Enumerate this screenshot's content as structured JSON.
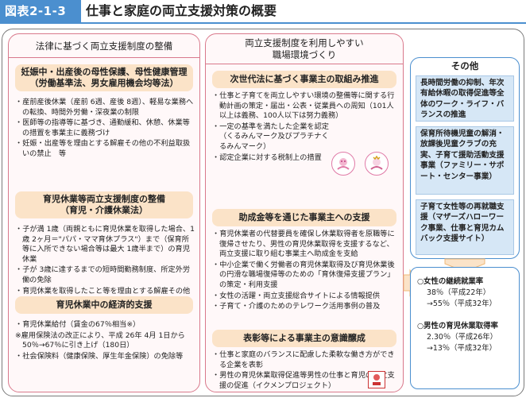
{
  "header": {
    "label": "図表2-1-3",
    "title": "仕事と家庭の両立支援対策の概要"
  },
  "col1": {
    "title": "法律に基づく両立支援制度の整備",
    "sec1": {
      "title_line1": "妊娠中・出産後の母性保護、母性健康管理",
      "title_line2": "（労働基準法、男女雇用機会均等法）",
      "items": [
        "産前産後休業（産前 6週、産後 8週）、軽易な業務への転換、時間外労働・深夜業の制限",
        "医師等の指導等に基づき、通勤緩和、休憩、休業等の措置を事業主に義務づけ",
        "妊娠・出産等を理由とする解雇その他の不利益取扱いの禁止　等"
      ]
    },
    "sec2": {
      "title_line1": "育児休業等両立支援制度の整備",
      "title_line2": "（育児・介護休業法）",
      "items": [
        "子が満 1歳（両親ともに育児休業を取得した場合、1歳 2ヶ月＝\"パパ・ママ育休プラス\"）まで（保育所等に入所できない場合等は最大 1歳半まで）の育児休業",
        "子が 3歳に達するまでの短時間勤務制度、所定外労働の免除",
        "育児休業を取得したこと等を理由とする解雇その他の不利益取扱いの禁止　等"
      ]
    },
    "sec3": {
      "title": "育児休業中の経済的支援",
      "items": [
        "育児休業給付（賃金の67％相当※）"
      ],
      "note": "雇用保険法の改正により、平成 26年 4月 1日から50％→67％に引き上げ（180日）",
      "items2": [
        "社会保険料（健康保険、厚生年金保険）の免除等"
      ]
    }
  },
  "col2": {
    "title_line1": "両立支援制度を利用しやすい",
    "title_line2": "職場環境づくり",
    "sec1": {
      "title": "次世代法に基づく事業主の取組み推進",
      "items": [
        "仕事と子育てを両立しやすい環境の整備等に関する行動計画の策定・届出・公表・従業員への周知（101人以上は義務、100人以下は努力義務）",
        "一定の基準を満たした企業を認定（くるみんマーク及びプラチナくるみんマーク）",
        "認定企業に対する税制上の措置"
      ]
    },
    "sec2": {
      "title": "助成金等を通じた事業主への支援",
      "items": [
        "育児休業者の代替要員を確保し休業取得者を原職等に復帰させたり、男性の育児休業取得を支援するなど、両立支援に取り組む事業主へ助成金を支給",
        "中小企業で働く労働者の育児休業取得及び育児休業後の円滑な職場復帰等のための「育休復帰支援プラン」の策定・利用支援",
        "女性の活躍・両立支援総合サイトによる情報提供",
        "子育て・介護のためのテレワーク活用事例の普及"
      ]
    },
    "sec3": {
      "title": "表彰等による事業主の意識醸成",
      "items": [
        "仕事と家庭のバランスに配慮した柔軟な働き方ができる企業を表彰",
        "男性の育児休業取得促進等男性の仕事と育児の両立支援の促進（イクメンプロジェクト）"
      ]
    }
  },
  "col3": {
    "title": "その他",
    "box1": "長時間労働の抑制、年次有給休暇の取得促進等全体のワーク・ライフ・バランスの推進",
    "box2": "保育所待機児童の解消・放課後児童クラブの充実、子育て援助活動支援事業（ファミリー・サポート・センター事業）",
    "box3": "子育て女性等の再就職支援（マザーズハローワーク事業、仕事と育児カムバック支援サイト）"
  },
  "result": {
    "label1": "○女性の継続就業率",
    "val1a": "38％（平成22年）",
    "val1b": "→55％（平成32年）",
    "label2": "○男性の育児休業取得率",
    "val2a": "2.30％（平成26年）",
    "val2b": "→13％（平成32年）"
  },
  "colors": {
    "accent_blue": "#4b8fcf",
    "pink_border": "#d9798c",
    "pill_bg": "#fbe3c8",
    "box_bg": "#d6e7f6"
  },
  "icons": [
    "kurumin-mark",
    "platinum-kurumin-mark",
    "ikumen-project-mark"
  ]
}
